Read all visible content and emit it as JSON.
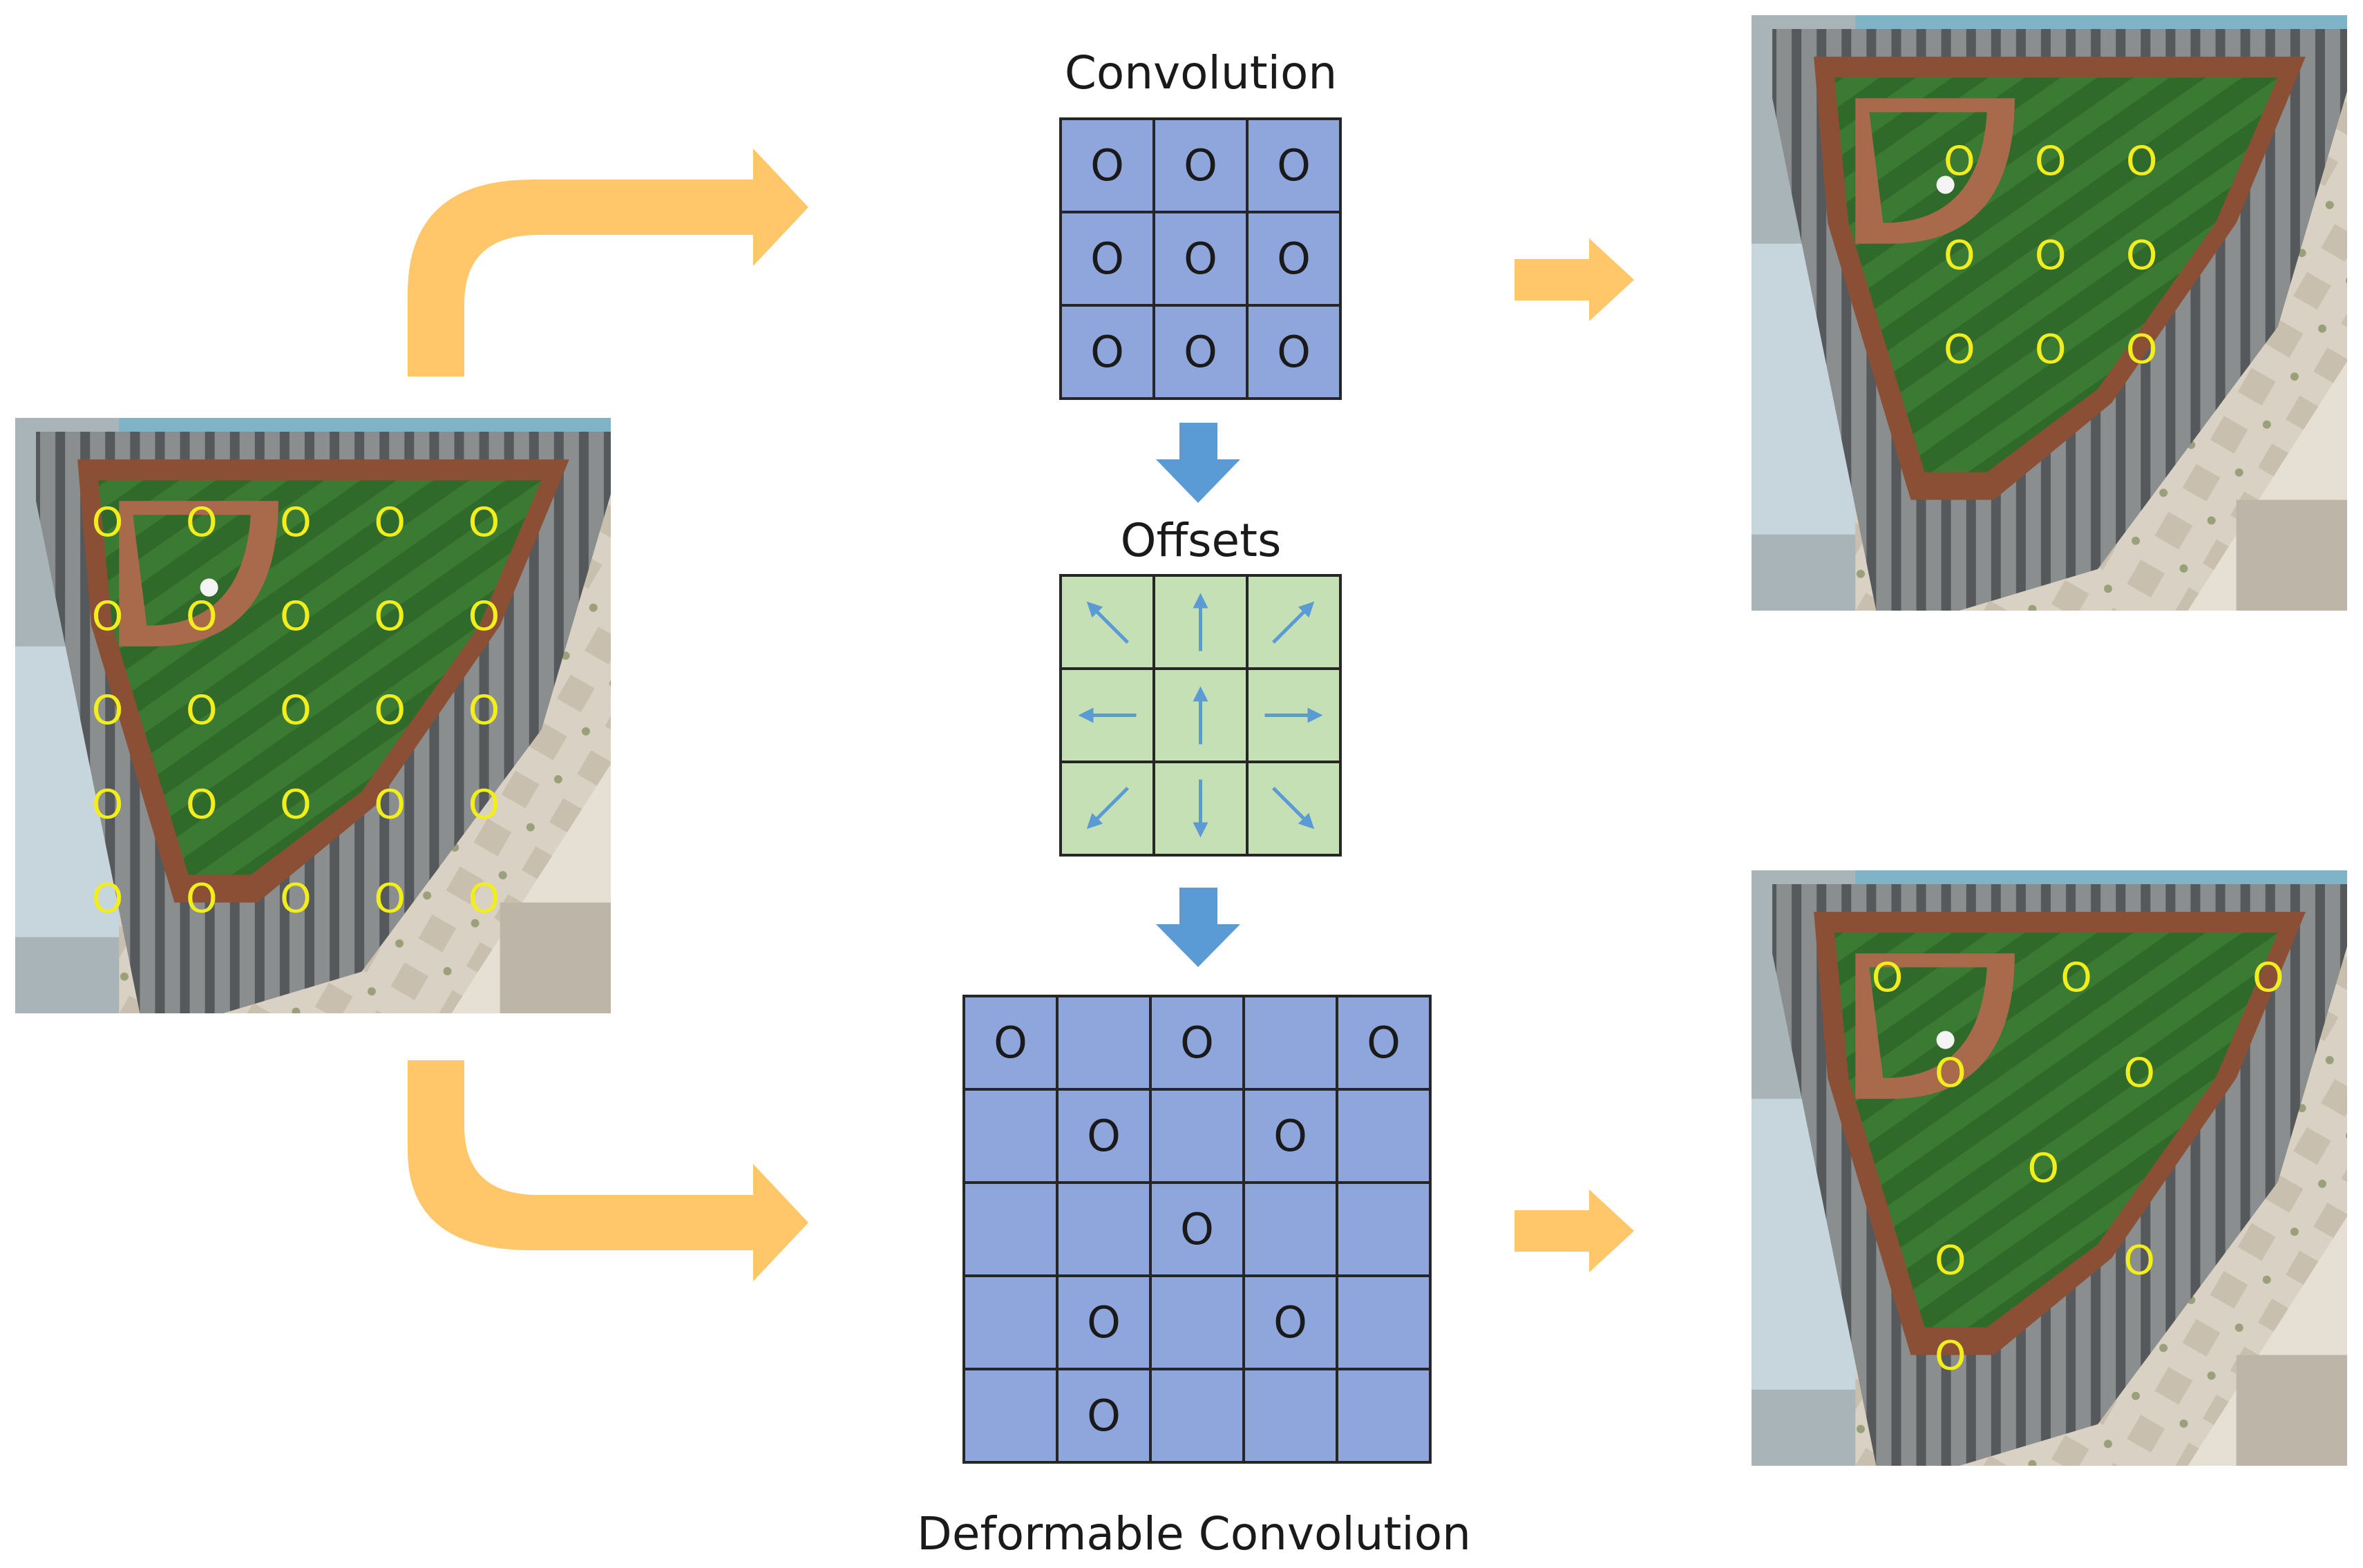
{
  "labels": {
    "convolution": "Convolution",
    "offsets": "Offsets",
    "deformable": "Deformable Convolution"
  },
  "marker_glyph": "O",
  "colors": {
    "conv_grid_fill": "#8ea6dc",
    "offset_grid_fill": "#c5e0b4",
    "grid_line": "#262626",
    "offset_arrow": "#5b9bd5",
    "flow_arrow_orange": "#ffc76a",
    "down_arrow_blue": "#5b9bd5",
    "image_marker": "#f2ee1e",
    "field_grass": "#2f6a2a",
    "field_dirt": "#a86a4a",
    "stands": "#6b6f70",
    "plaza": "#d9d2c4"
  },
  "conv_grid": {
    "rows": 3,
    "cols": 3,
    "markers": [
      [
        1,
        1,
        1
      ],
      [
        1,
        1,
        1
      ],
      [
        1,
        1,
        1
      ]
    ]
  },
  "offset_grid": {
    "rows": 3,
    "cols": 3,
    "arrows": [
      [
        "up-left",
        "up",
        "up-right"
      ],
      [
        "left",
        "up",
        "right"
      ],
      [
        "down-left",
        "down",
        "down-right"
      ]
    ]
  },
  "deform_grid": {
    "rows": 5,
    "cols": 5,
    "markers": [
      [
        1,
        0,
        1,
        0,
        1
      ],
      [
        0,
        1,
        0,
        1,
        0
      ],
      [
        0,
        0,
        1,
        0,
        0
      ],
      [
        0,
        1,
        0,
        1,
        0
      ],
      [
        0,
        1,
        0,
        0,
        0
      ]
    ]
  },
  "images": {
    "input": {
      "marker_layout": "regular-5x5-grid",
      "marker_count": 25
    },
    "conv_output": {
      "marker_layout": "regular-3x3-grid",
      "marker_count": 9
    },
    "deform_output": {
      "marker_layout": "deformed-sampling",
      "marker_count": 9
    }
  }
}
